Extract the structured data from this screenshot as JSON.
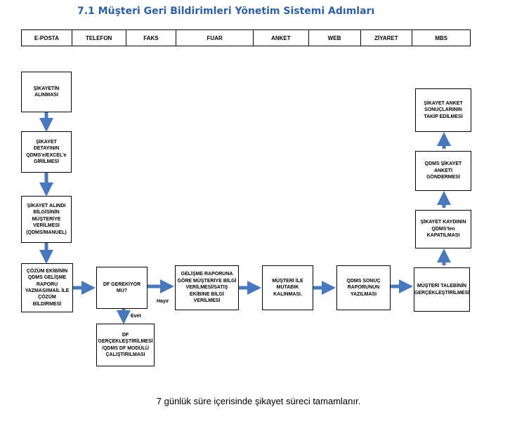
{
  "title": "7.1 Müşteri Geri Bildirimleri Yönetim Sistemi Adımları",
  "channels": [
    "E-POSTA",
    "TELEFON",
    "FAKS",
    "FUAR",
    "ANKET",
    "WEB",
    "ZİYARET",
    "MBS"
  ],
  "nodes": {
    "n1": "ŞİKAYETİN\nALINMASI",
    "n2": "ŞİKAYET DETAYININ\nQDMS'e/EXCEL'e\nGİRİLMESİ",
    "n3": "ŞİKAYET ALINDI\nBİLGİSİNİN\nMÜŞTERİYE\nVERİLMESİ\n(QDMS/MANUEL)",
    "n4": "ÇÖZÜM EKİBİNİN\nQDMS GELİŞME\nRAPORU\nYAZMASI/MAİL İLE\nÇÖZÜM BİLDİRMESİ",
    "n5": "DF GEREKİYOR MU?",
    "n6": "DF\nGERÇEKLEŞTİRİLMESİ\n/QDMS DF MODÜLÜ\nÇALIŞTIRILMASI",
    "n7": "GELİŞME RAPORUNA\nGÖRE MÜŞTERİYE BİLGİ\nVERİLMESİ/SATIŞ\nEKİBİNE BİLGİ\nVERİLMESİ",
    "n8": "MÜŞTERİ İLE\nMUTABIK\nKALINMASI.",
    "n9": "QDMS SONUÇ\nRAPORUNUN\nYAZILMASI",
    "n10": "MÜŞTERİ TALEBİNİN\nGERÇEKLEŞTİRİLMESİ",
    "n11": "ŞİKAYET KAYDININ\nQDMS'ten\nKAPATILMASI",
    "n12": "QDMS ŞİKAYET\nANKETİ\nGÖNDERMESİ",
    "n13": "ŞİKAYET ANKET\nSONUÇLARININ\nTAKİP EDİLMESİ"
  },
  "labels": {
    "no": "Hayır",
    "yes": "Evet"
  },
  "footer": "7 günlük süre içerisinde şikayet süreci tamamlanır.",
  "colors": {
    "title": "#2f5fa3",
    "arrow": "#4a78bd"
  }
}
